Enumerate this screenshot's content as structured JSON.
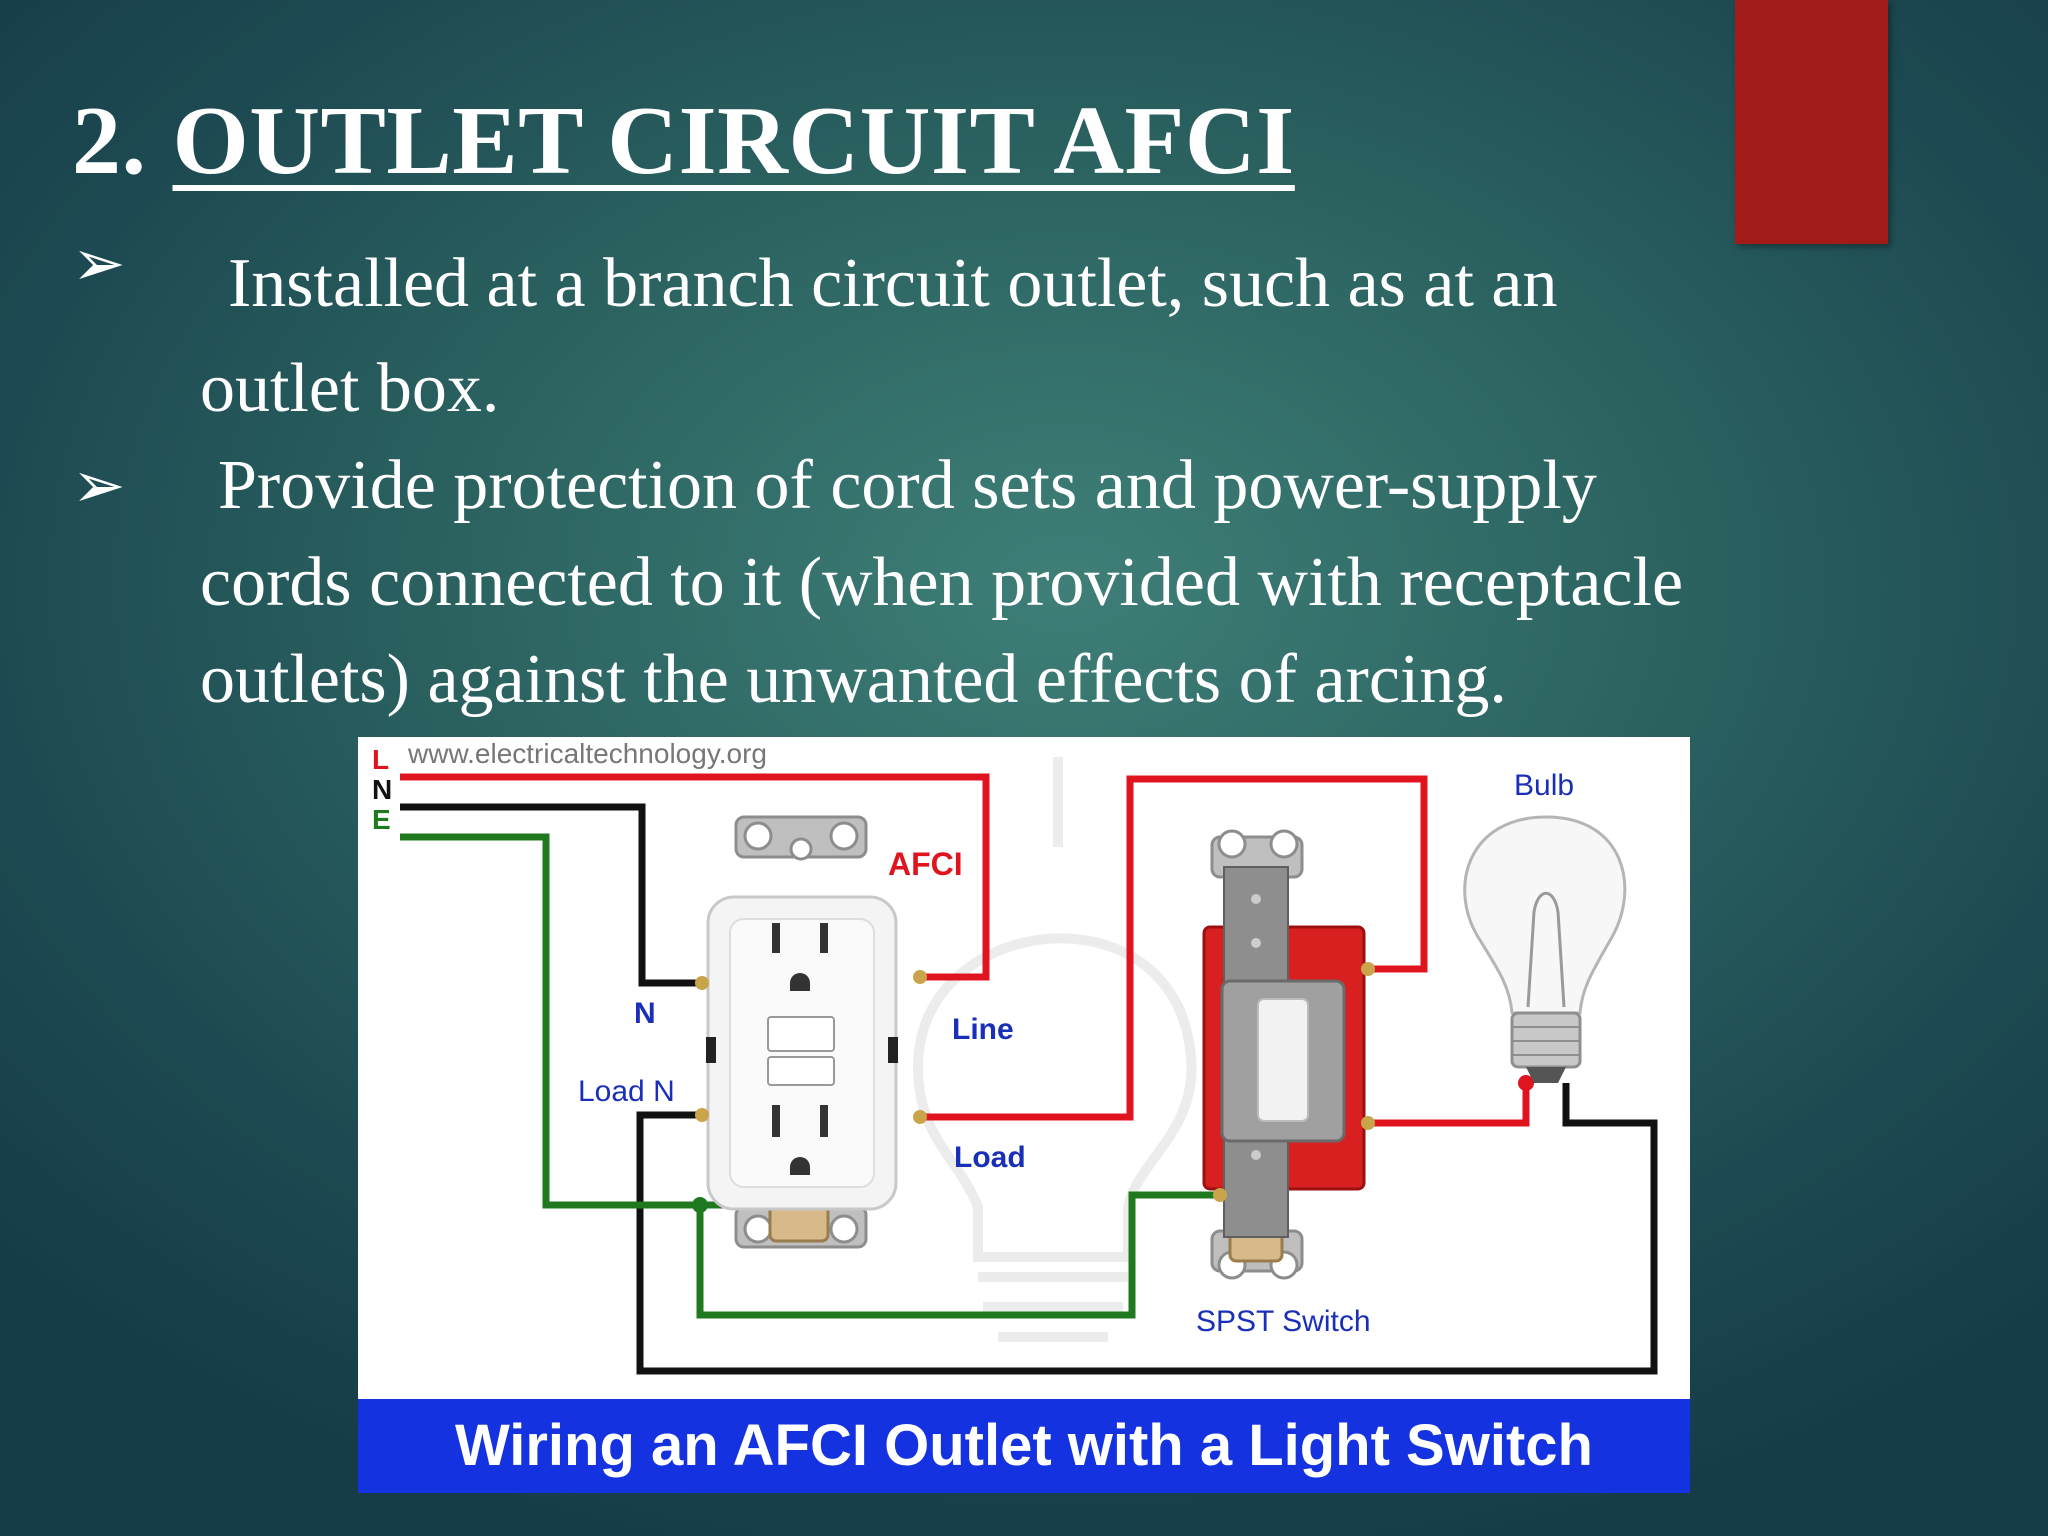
{
  "slide": {
    "title_number": "2.",
    "title_text": "OUTLET CIRCUIT AFCI",
    "accent_color": "#a31b18",
    "bullet_glyph": "➢",
    "bullets": [
      {
        "lines": [
          "Installed at a branch circuit outlet, such as at an",
          "outlet box."
        ]
      },
      {
        "lines": [
          "Provide protection of cord sets and power-supply",
          "cords connected to it (when provided with receptacle",
          "outlets) against the unwanted effects of arcing."
        ]
      }
    ]
  },
  "diagram": {
    "watermark": "www.electricaltechnology.org",
    "legend": {
      "l": "L",
      "n": "N",
      "e": "E"
    },
    "labels": {
      "afci": "AFCI",
      "n": "N",
      "load_n": "Load N",
      "line": "Line",
      "load": "Load",
      "bulb": "Bulb",
      "switch": "SPST Switch"
    },
    "caption": "Wiring an AFCI Outlet with a Light Switch",
    "colors": {
      "live": "#e0141e",
      "neutral": "#111111",
      "earth": "#1f7a1f",
      "label_blue": "#1a2fb8",
      "caption_bg": "#1432e0"
    }
  }
}
